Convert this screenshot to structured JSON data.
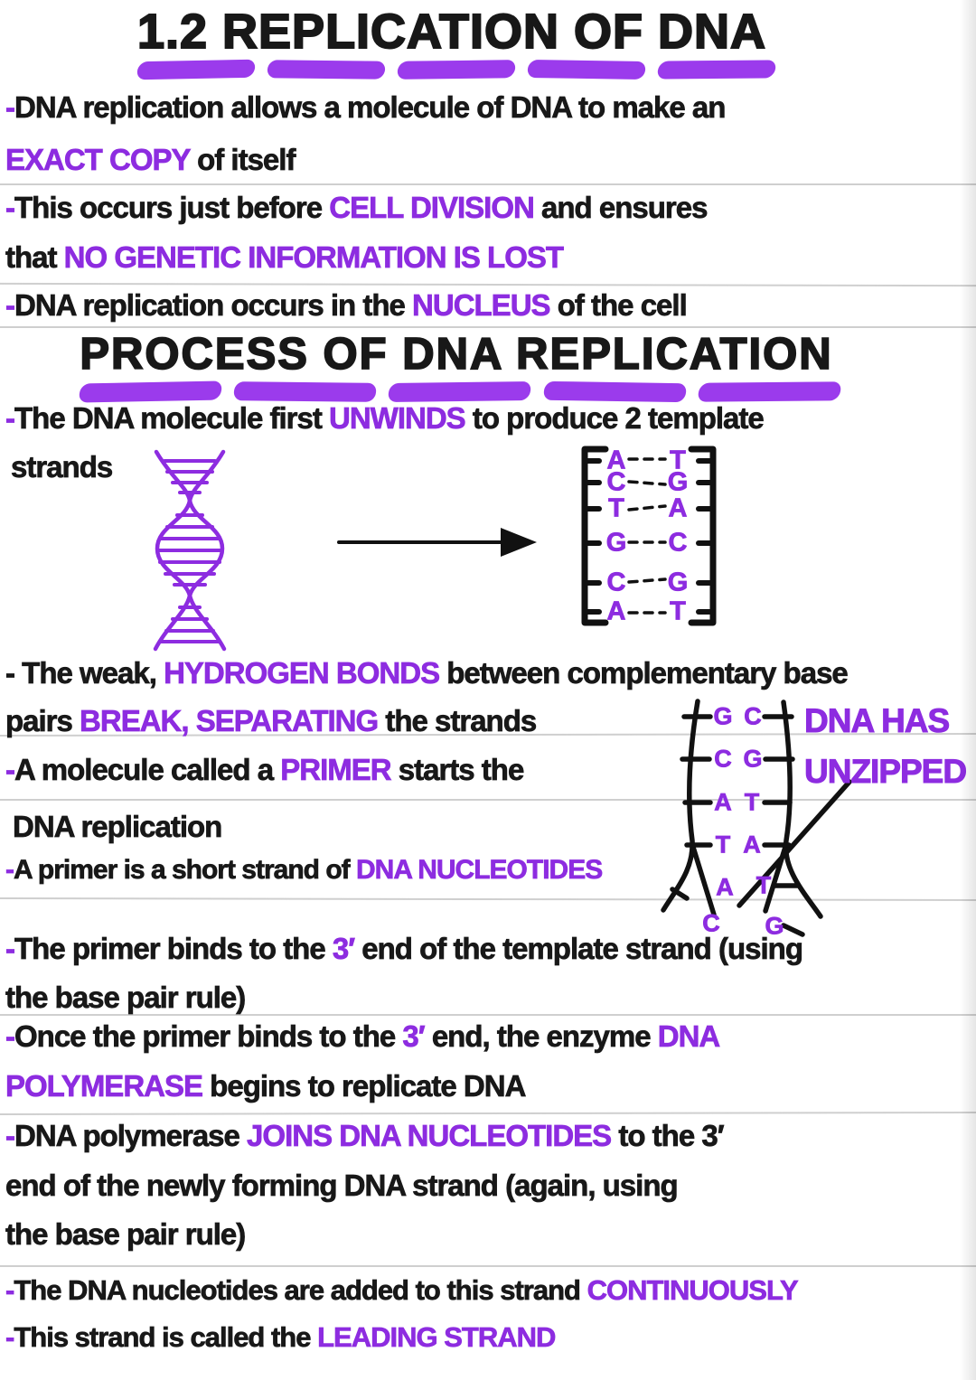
{
  "colors": {
    "purple": "#8d2ce0",
    "highlight": "#9b3bec",
    "ink": "#181818",
    "rule": "#c7c7c7",
    "background": "#ffffff"
  },
  "headings": {
    "title": "1.2 REPLICATION OF DNA",
    "section": "PROCESS OF DNA REPLICATION"
  },
  "lines": [
    [
      {
        "t": "-",
        "c": "p"
      },
      {
        "t": "DNA replication allows a molecule of DNA to make an",
        "c": "k"
      }
    ],
    [
      {
        "t": "EXACT COPY",
        "c": "p"
      },
      {
        "t": " of itself",
        "c": "k"
      }
    ],
    [
      {
        "t": "-",
        "c": "p"
      },
      {
        "t": "This occurs just before ",
        "c": "k"
      },
      {
        "t": "CELL DIVISION",
        "c": "p"
      },
      {
        "t": " and ensures",
        "c": "k"
      }
    ],
    [
      {
        "t": "that ",
        "c": "k"
      },
      {
        "t": "NO GENETIC INFORMATION IS LOST",
        "c": "p"
      }
    ],
    [
      {
        "t": "-",
        "c": "p"
      },
      {
        "t": "DNA replication occurs in the ",
        "c": "k"
      },
      {
        "t": "NUCLEUS",
        "c": "p"
      },
      {
        "t": " of the cell",
        "c": "k"
      }
    ],
    [
      {
        "t": "-",
        "c": "p"
      },
      {
        "t": "The DNA molecule first ",
        "c": "k"
      },
      {
        "t": "UNWINDS",
        "c": "p"
      },
      {
        "t": " to produce 2 template",
        "c": "k"
      }
    ],
    [
      {
        "t": "strands",
        "c": "k"
      }
    ],
    [
      {
        "t": "- The weak, ",
        "c": "k"
      },
      {
        "t": "HYDROGEN BONDS",
        "c": "p"
      },
      {
        "t": " between complementary base",
        "c": "k"
      }
    ],
    [
      {
        "t": "pairs ",
        "c": "k"
      },
      {
        "t": "BREAK, SEPARATING",
        "c": "p"
      },
      {
        "t": " the strands",
        "c": "k"
      }
    ],
    [
      {
        "t": "-",
        "c": "p"
      },
      {
        "t": "A molecule called a ",
        "c": "k"
      },
      {
        "t": "PRIMER",
        "c": "p"
      },
      {
        "t": " starts the",
        "c": "k"
      }
    ],
    [
      {
        "t": "DNA replication",
        "c": "k"
      }
    ],
    [
      {
        "t": "-",
        "c": "p"
      },
      {
        "t": "A primer is a short strand of ",
        "c": "k"
      },
      {
        "t": "DNA NUCLEOTIDES",
        "c": "p"
      }
    ],
    [
      {
        "t": "-",
        "c": "p"
      },
      {
        "t": "The primer binds to the ",
        "c": "k"
      },
      {
        "t": "3′",
        "c": "p"
      },
      {
        "t": " end of the template strand (using",
        "c": "k"
      }
    ],
    [
      {
        "t": "the base pair rule)",
        "c": "k"
      }
    ],
    [
      {
        "t": "-",
        "c": "p"
      },
      {
        "t": "Once the primer binds to the ",
        "c": "k"
      },
      {
        "t": "3′",
        "c": "p"
      },
      {
        "t": " end, the enzyme ",
        "c": "k"
      },
      {
        "t": "DNA",
        "c": "p"
      }
    ],
    [
      {
        "t": "POLYMERASE",
        "c": "p"
      },
      {
        "t": " begins to replicate DNA",
        "c": "k"
      }
    ],
    [
      {
        "t": "-",
        "c": "p"
      },
      {
        "t": "DNA polymerase ",
        "c": "k"
      },
      {
        "t": "JOINS DNA NUCLEOTIDES",
        "c": "p"
      },
      {
        "t": " to the 3′",
        "c": "k"
      }
    ],
    [
      {
        "t": "end of the newly forming DNA strand (again, using",
        "c": "k"
      }
    ],
    [
      {
        "t": "the base pair rule)",
        "c": "k"
      }
    ],
    [
      {
        "t": "-",
        "c": "p"
      },
      {
        "t": "The DNA nucleotides are added to this strand ",
        "c": "k"
      },
      {
        "t": "CONTINUOUSLY",
        "c": "p"
      }
    ],
    [
      {
        "t": "-",
        "c": "p"
      },
      {
        "t": "This strand is called the ",
        "c": "k"
      },
      {
        "t": "LEADING STRAND",
        "c": "p"
      }
    ]
  ],
  "diagrams": {
    "ladder": {
      "left": [
        "A",
        "C",
        "T",
        "G",
        "C",
        "A"
      ],
      "right": [
        "T",
        "G",
        "A",
        "C",
        "G",
        "T"
      ]
    },
    "unzipped": {
      "rows": [
        [
          "G",
          "C"
        ],
        [
          "C",
          "G"
        ],
        [
          "A",
          "T"
        ],
        [
          "T",
          "A"
        ],
        [
          "A",
          "T"
        ],
        [
          "C",
          "G"
        ]
      ],
      "caption_line1": "DNA HAS",
      "caption_line2": "UNZIPPED"
    }
  }
}
